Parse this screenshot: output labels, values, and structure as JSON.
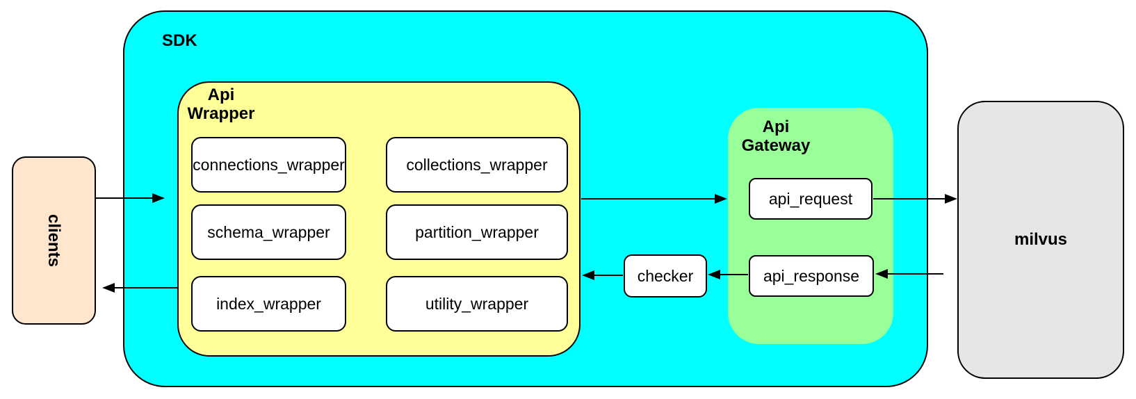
{
  "nodes": {
    "clients": {
      "label": "clients"
    },
    "sdk": {
      "label": "SDK"
    },
    "api_wrapper": {
      "label": "Api Wrapper",
      "modules": [
        "connections_wrapper",
        "collections_wrapper",
        "schema_wrapper",
        "partition_wrapper",
        "index_wrapper",
        "utility_wrapper"
      ]
    },
    "checker": {
      "label": "checker"
    },
    "api_gateway": {
      "label": "Api Gateway",
      "modules": [
        "api_request",
        "api_response"
      ]
    },
    "milvus": {
      "label": "milvus"
    }
  },
  "edges": [
    {
      "from": "clients",
      "to": "SDK"
    },
    {
      "from": "Api Wrapper",
      "to": "Api Gateway"
    },
    {
      "from": "api_request",
      "to": "milvus"
    },
    {
      "from": "milvus",
      "to": "api_response"
    },
    {
      "from": "api_response",
      "to": "checker"
    },
    {
      "from": "checker",
      "to": "Api Wrapper"
    },
    {
      "from": "Api Wrapper",
      "to": "clients"
    }
  ],
  "colors": {
    "sdk_fill": "#00ffff",
    "api_wrapper_fill": "#ffff99",
    "api_gateway_fill": "#99ff99",
    "clients_fill": "#ffe6cc",
    "milvus_fill": "#e6e6e6",
    "module_fill": "#ffffff",
    "stroke": "#000000",
    "background": "#ffffff"
  }
}
